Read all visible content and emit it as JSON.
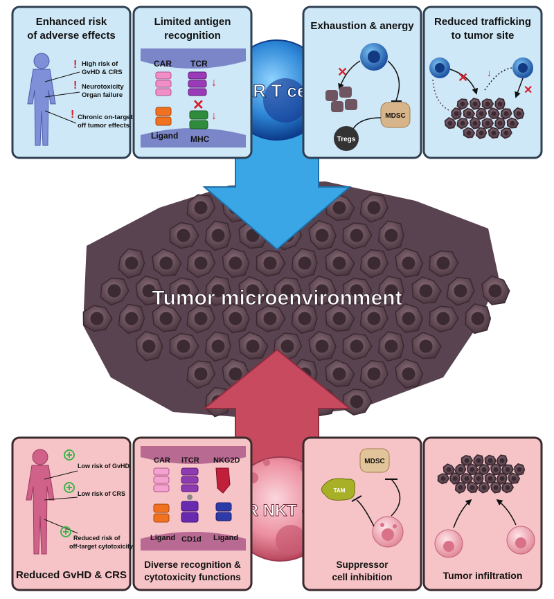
{
  "center": {
    "tme_label": "Tumor microenvironment",
    "cart_label": "CAR T cells",
    "carnkt_label": "CAR NKT cells"
  },
  "top_panels": [
    {
      "title": [
        "Enhanced risk",
        "of adverse effects"
      ],
      "notes": [
        "High risk of",
        "GvHD & CRS",
        "Neurotoxicity",
        "Organ failure",
        "Chronic on-target",
        "off tumor effects"
      ]
    },
    {
      "title": [
        "Limited antigen",
        "recognition"
      ],
      "labels": [
        "CAR",
        "TCR",
        "Ligand",
        "MHC"
      ]
    },
    {
      "title": [
        "Exhaustion & anergy"
      ],
      "labels": [
        "MDSC",
        "Tregs"
      ]
    },
    {
      "title": [
        "Reduced trafficking",
        "to tumor site"
      ]
    }
  ],
  "bottom_panels": [
    {
      "title": [
        "Reduced GvHD & CRS"
      ],
      "notes": [
        "Low risk of GvHD",
        "Low risk of CRS",
        "Reduced risk of",
        "off-target cytotoxicity"
      ]
    },
    {
      "title": [
        "Diverse recognition &",
        "cytotoxicity functions"
      ],
      "labels": [
        "CAR",
        "iTCR",
        "NKG2D",
        "Ligand",
        "CD1d",
        "Ligand"
      ]
    },
    {
      "title": [
        "Suppressor",
        "cell inhibition"
      ],
      "labels": [
        "MDSC",
        "TAM"
      ]
    },
    {
      "title": [
        "Tumor infiltration"
      ]
    }
  ],
  "colors": {
    "top_panel_fill": "#cfe8f7",
    "top_panel_stroke": "#2e3f52",
    "bottom_panel_fill": "#f6c4c7",
    "bottom_panel_stroke": "#3a2a2e",
    "tumor_cell": "#6e5560",
    "blue_arrow": "#3aa6e6",
    "red_arrow": "#c74a5f",
    "warning": "#d4202a",
    "plus": "#3db24a"
  }
}
